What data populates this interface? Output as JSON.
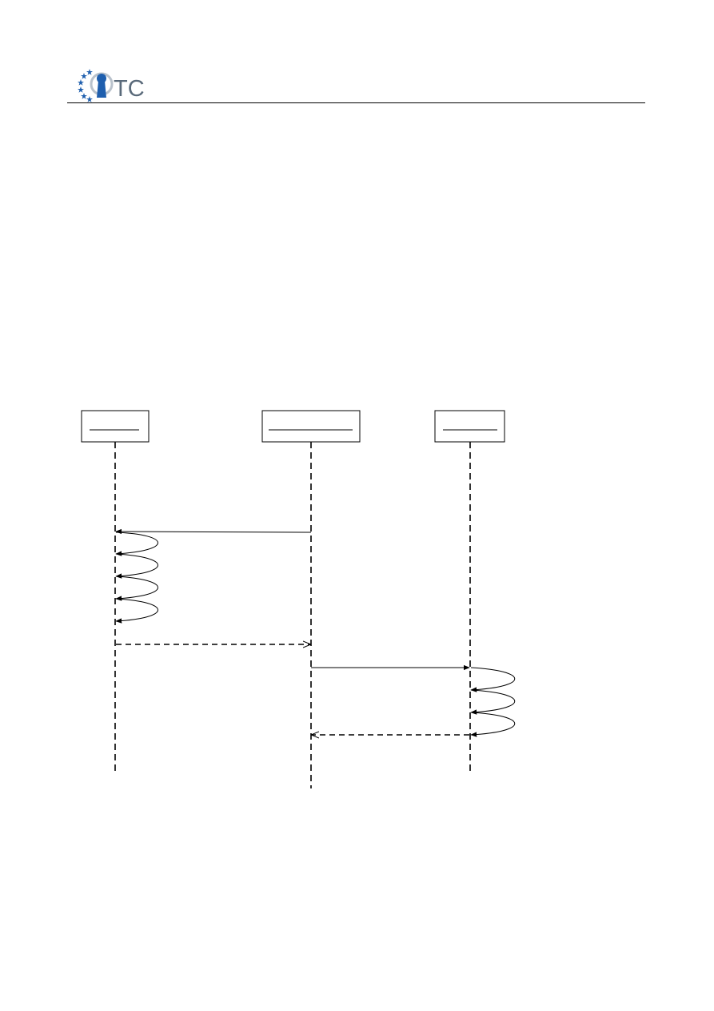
{
  "header": {
    "logo": {
      "text": "TC",
      "icon": "keyhole-stars-logo",
      "primary_color": "#1f5fae",
      "text_color": "#5a6a7a"
    }
  },
  "diagram": {
    "type": "uml-sequence-diagram",
    "participants": [
      {
        "id": "left",
        "name": ""
      },
      {
        "id": "middle",
        "name": ""
      },
      {
        "id": "right",
        "name": ""
      }
    ],
    "messages": [
      {
        "from": "middle",
        "to": "left",
        "style": "solid-filled-arrow",
        "label": ""
      },
      {
        "from": "left",
        "to": "left",
        "style": "self-call",
        "label": ""
      },
      {
        "from": "left",
        "to": "left",
        "style": "self-call",
        "label": ""
      },
      {
        "from": "left",
        "to": "left",
        "style": "self-call",
        "label": ""
      },
      {
        "from": "left",
        "to": "left",
        "style": "self-call",
        "label": ""
      },
      {
        "from": "left",
        "to": "middle",
        "style": "dashed-open-arrow",
        "label": ""
      },
      {
        "from": "middle",
        "to": "right",
        "style": "solid-filled-arrow",
        "label": ""
      },
      {
        "from": "right",
        "to": "right",
        "style": "self-call",
        "label": ""
      },
      {
        "from": "right",
        "to": "right",
        "style": "self-call",
        "label": ""
      },
      {
        "from": "right",
        "to": "right",
        "style": "self-call",
        "label": ""
      },
      {
        "from": "right",
        "to": "middle",
        "style": "dashed-open-arrow",
        "label": ""
      }
    ]
  }
}
